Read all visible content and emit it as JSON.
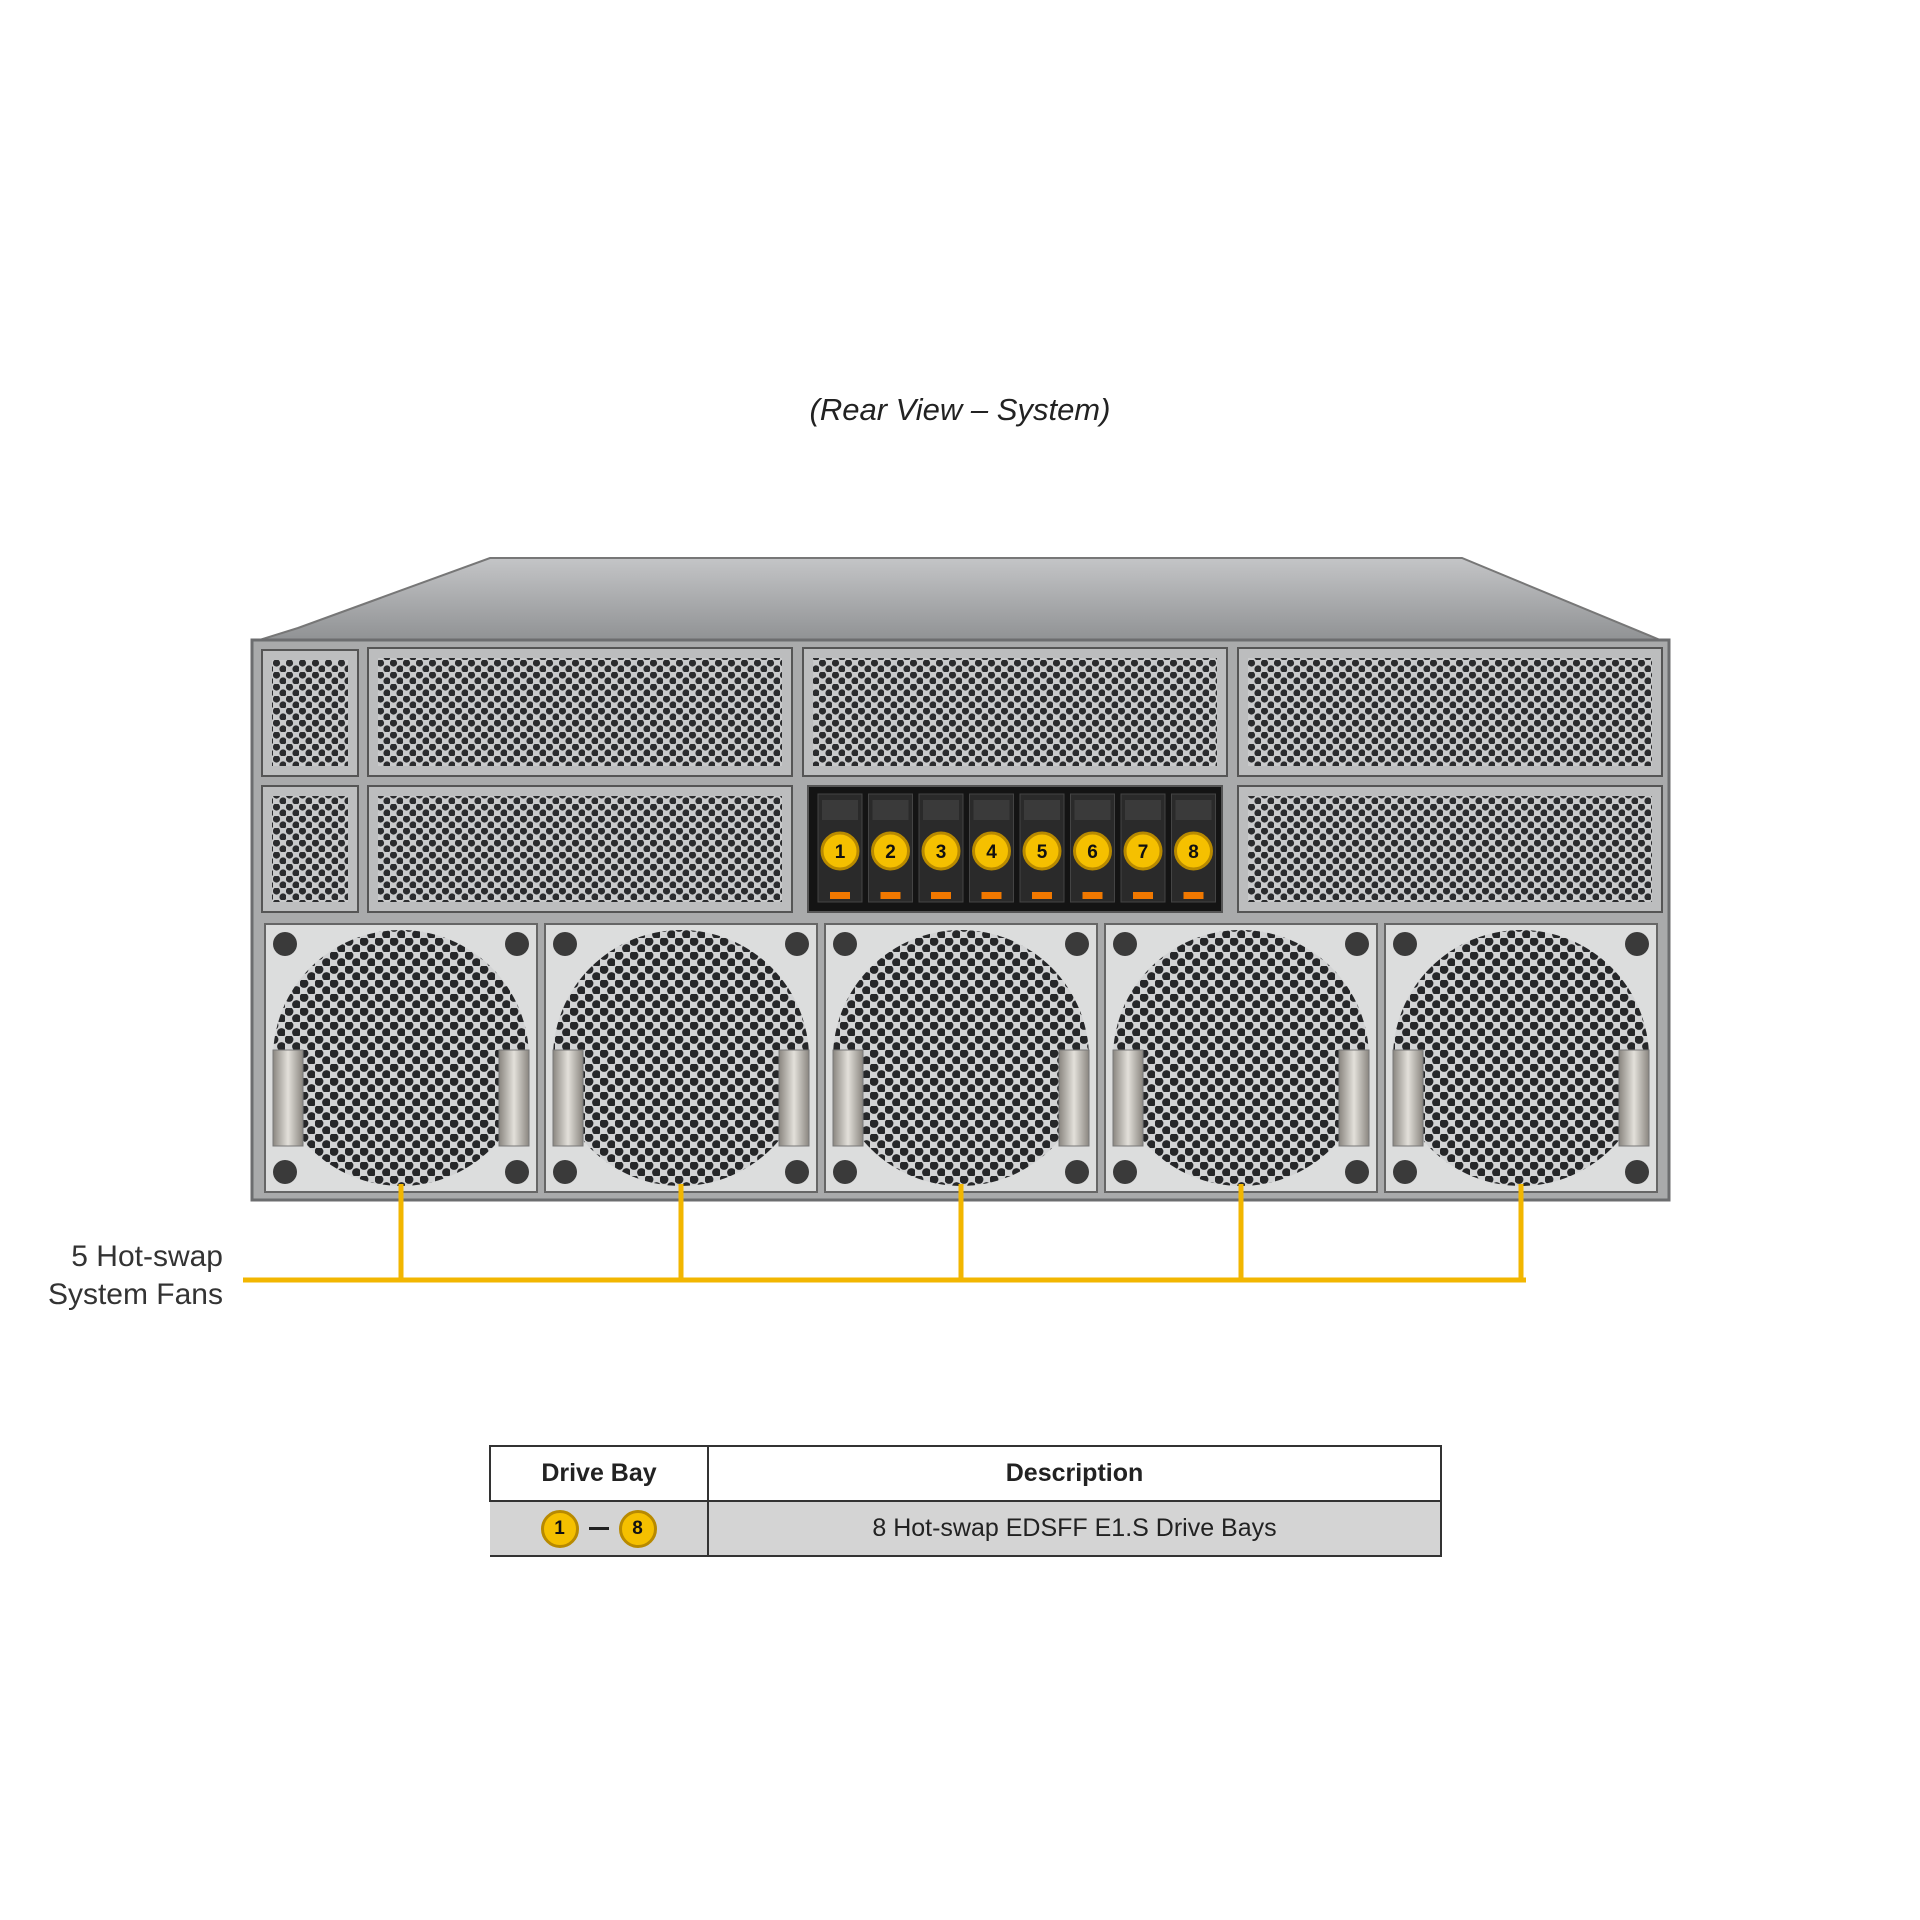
{
  "caption": "(Rear View – System)",
  "fan_label": [
    "5 Hot-swap",
    "System Fans"
  ],
  "drive_bays": [
    "1",
    "2",
    "3",
    "4",
    "5",
    "6",
    "7",
    "8"
  ],
  "table": {
    "headers": [
      "Drive Bay",
      "Description"
    ],
    "rows": [
      {
        "from": "1",
        "to": "8",
        "description": "8 Hot-swap EDSFF E1.S Drive Bays"
      }
    ]
  },
  "colors": {
    "callout": "#f2b600",
    "badge_fill": "#f5c000",
    "badge_border": "#b88a00",
    "drive_latch": "#f07800",
    "chassis": "#a9aaab",
    "table_row": "#d4d4d4"
  }
}
